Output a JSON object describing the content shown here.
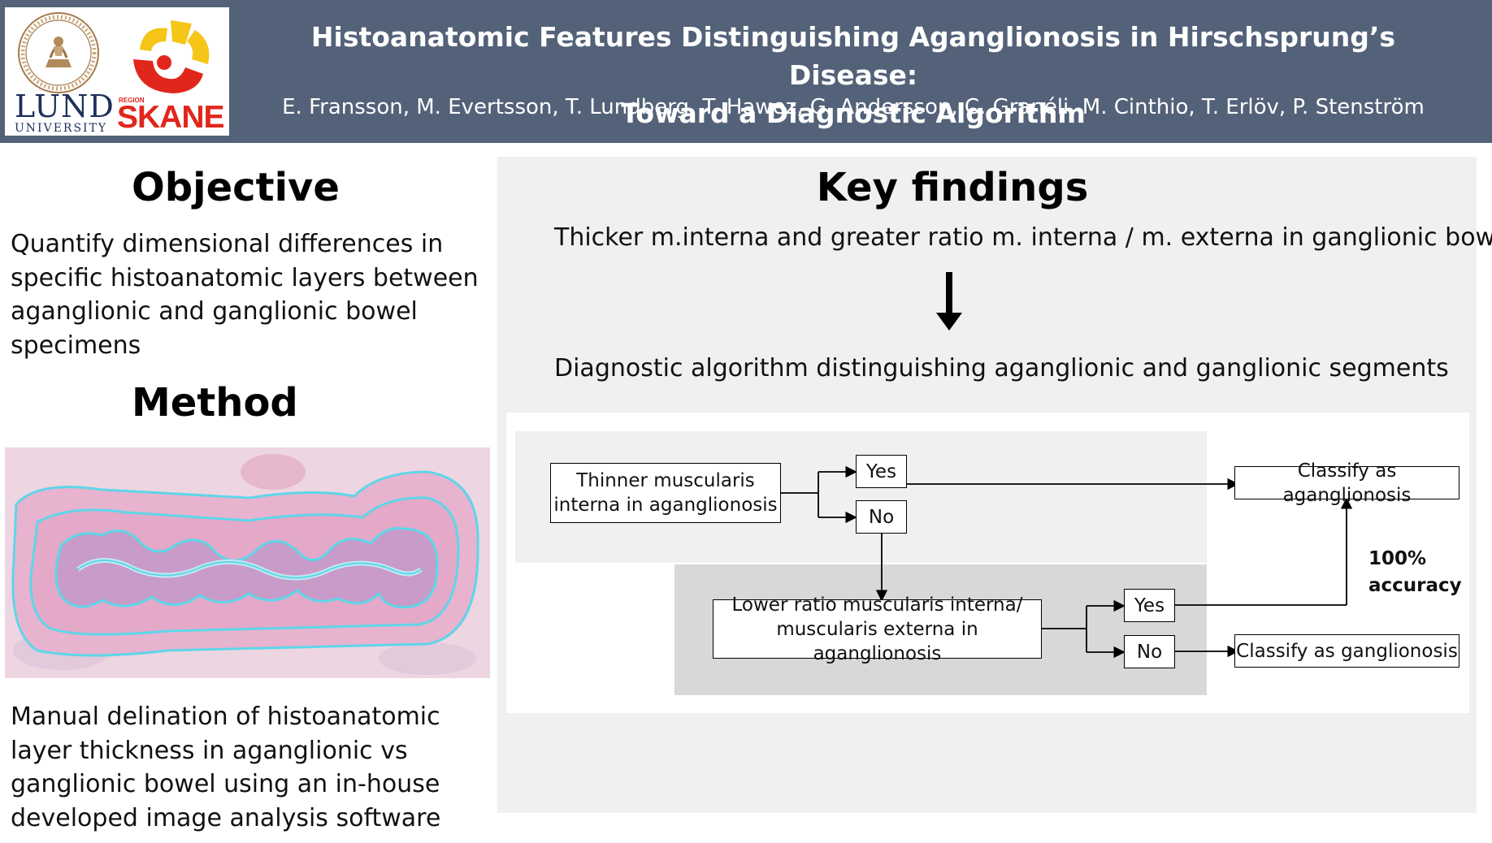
{
  "header": {
    "title_line1": "Histoanatomic Features Distinguishing Aganglionosis in Hirschsprung’s Disease:",
    "title_line2": "Toward a Diagnostic Algorithm",
    "authors": "E. Fransson, M. Evertsson, T. Lundberg, T. Hawez, G. Andersson, C. Granéli, M. Cinthio, T. Erlöv, P. Stenström",
    "logos": {
      "lund_name": "LUND",
      "lund_sub": "UNIVERSITY",
      "region_label": "REGION",
      "skane": "SKANE"
    }
  },
  "objective": {
    "heading": "Objective",
    "lines": [
      "Quantify dimensional differences in",
      "specific histoanatomic layers between",
      "aganglionic and ganglionic bowel",
      "specimens"
    ]
  },
  "method": {
    "heading": "Method",
    "image_icon": "histology-section-image",
    "lines": [
      "Manual delination of histoanatomic",
      "layer thickness in aganglionic vs",
      "ganglionic bowel using an in-house",
      "developed image analysis software"
    ]
  },
  "key_findings": {
    "heading": "Key findings",
    "finding1": "Thicker m.interna and greater ratio m. interna / m. externa in ganglionic bowel",
    "arrow_icon": "down-arrow-icon",
    "finding2": "Diagnostic algorithm distinguishing aganglionic and ganglionic segments"
  },
  "flowchart": {
    "box1_line1": "Thinner muscularis",
    "box1_line2": "interna in aganglionosis",
    "yes1": "Yes",
    "no1": "No",
    "box2_line1": "Lower ratio muscularis interna/",
    "box2_line2": "muscularis externa in aganglionosis",
    "yes2": "Yes",
    "no2": "No",
    "out_agang": "Classify as aganglionosis",
    "out_gang": "Classify as ganglionosis",
    "accuracy_line1": "100%",
    "accuracy_line2": "accuracy"
  },
  "colors": {
    "header_bg": "#536278",
    "panel_bg": "#f0f0f0",
    "tissue_pink": "#e7b3cf",
    "outline_cyan": "#5ed6e8",
    "skane_red": "#e1261c",
    "skane_yellow": "#f5c518"
  }
}
